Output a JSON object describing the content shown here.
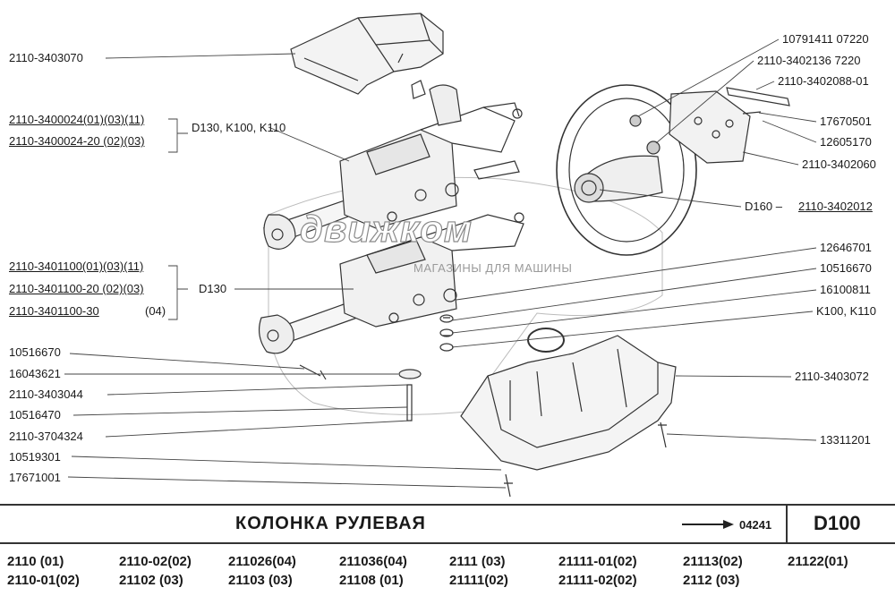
{
  "callouts_left": [
    {
      "text": "2110-3403070",
      "underline": false
    },
    {
      "text": "2110-3400024(01)(03)(11)",
      "underline": true
    },
    {
      "text": "2110-3400024-20 (02)(03)",
      "underline": true
    },
    {
      "text": "D130, K100, K110",
      "underline": false
    },
    {
      "text": "2110-3401100(01)(03)(11)",
      "underline": true
    },
    {
      "text": "2110-3401100-20 (02)(03)",
      "underline": true
    },
    {
      "text": "2110-3401100-30",
      "underline": true
    },
    {
      "text": "(04)",
      "underline": false
    },
    {
      "text": "D130",
      "underline": false
    },
    {
      "text": "10516670",
      "underline": false
    },
    {
      "text": "16043621",
      "underline": false
    },
    {
      "text": "2110-3403044",
      "underline": false
    },
    {
      "text": "10516470",
      "underline": false
    },
    {
      "text": "2110-3704324",
      "underline": false
    },
    {
      "text": "10519301",
      "underline": false
    },
    {
      "text": "17671001",
      "underline": false
    }
  ],
  "callouts_right": [
    {
      "text": "10791411  07220"
    },
    {
      "text": "2110-3402136  7220"
    },
    {
      "text": "2110-3402088-01"
    },
    {
      "text": "17670501"
    },
    {
      "text": "12605170"
    },
    {
      "text": "2110-3402060"
    },
    {
      "text": "D160  – "
    },
    {
      "text": "2110-3402012"
    },
    {
      "text": "12646701"
    },
    {
      "text": "10516670"
    },
    {
      "text": "16100811"
    },
    {
      "text": "K100, K110"
    },
    {
      "text": "2110-3403072"
    },
    {
      "text": "13311201"
    }
  ],
  "watermark": {
    "brand": "движком",
    "tagline": "МАГАЗИНЫ ДЛЯ МАШИНЫ"
  },
  "footer": {
    "title": "КОЛОНКА   РУЛЕВАЯ",
    "code": "04241",
    "ref": "D100",
    "models_row1": [
      "2110    (01)",
      "2110-02(02)",
      "211026(04)",
      "211036(04)",
      "2111   (03)",
      "21111-01(02)",
      "21113(02)",
      "21122(01)"
    ],
    "models_row2": [
      "2110-01(02)",
      "21102    (03)",
      "21103  (03)",
      "21108  (01)",
      "21111(02)",
      "21111-02(02)",
      "2112   (03)"
    ]
  }
}
